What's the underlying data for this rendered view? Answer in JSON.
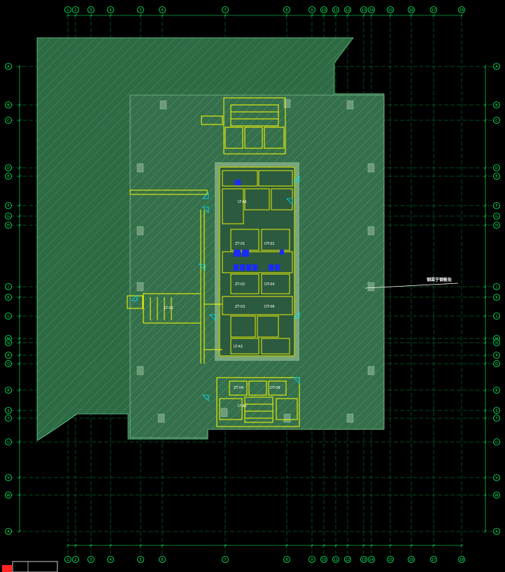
{
  "drawing": {
    "type": "architectural-floor-plan",
    "background_color": "#000000",
    "floor_fill_color": "#2e6b45",
    "hatch_color": "#3f8a5c",
    "grid_color": "#00ff66",
    "wall_color": "#ffff00",
    "core_color": "#6c9a6a",
    "accent_blue": "#1a2bff",
    "edge_cyan": "#00e5ff"
  },
  "callout": {
    "text": "钢梁于钢板处"
  },
  "top_axis_labels": [
    "1",
    "2",
    "3",
    "4",
    "5",
    "6",
    "7",
    "8",
    "9",
    "10",
    "11",
    "12",
    "13",
    "14",
    "15",
    "16",
    "17",
    "18"
  ],
  "side_axis_labels": [
    "A",
    "B",
    "C",
    "D",
    "E",
    "F",
    "G",
    "H",
    "J",
    "K",
    "L",
    "M",
    "N",
    "P",
    "Q",
    "R",
    "S",
    "T",
    "U",
    "V",
    "W"
  ],
  "rooms": [
    {
      "id": "r1",
      "label": "ZT-01"
    },
    {
      "id": "r2",
      "label": "DT-02"
    },
    {
      "id": "r3",
      "label": "LT-A1"
    },
    {
      "id": "r4",
      "label": "ZT-02"
    },
    {
      "id": "r5",
      "label": "DT-04"
    },
    {
      "id": "r6",
      "label": "ZT-03"
    },
    {
      "id": "r7",
      "label": "DT-06"
    },
    {
      "id": "r8",
      "label": "LT-A3"
    },
    {
      "id": "r9",
      "label": "ZT-04"
    },
    {
      "id": "r10",
      "label": "DT-08"
    },
    {
      "id": "r11",
      "label": "LT-01"
    },
    {
      "id": "r12",
      "label": "LT-A2"
    }
  ],
  "icons": {
    "north": "north-arrow-icon",
    "stair": "stair-icon"
  }
}
